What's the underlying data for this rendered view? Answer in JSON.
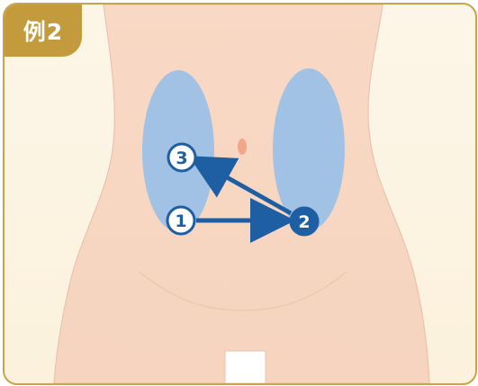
{
  "tag": {
    "label": "例2"
  },
  "markers": [
    {
      "id": "marker-1",
      "label": "1"
    },
    {
      "id": "marker-2",
      "label": "2"
    },
    {
      "id": "marker-3",
      "label": "3"
    }
  ],
  "colors": {
    "border": "#c9a348",
    "tag": "#c39a3c",
    "skin": "#f9dcc9",
    "injection_zone": "#9cc1e6",
    "arrow": "#1e5fa3",
    "marker_dark": "#1e5fa3"
  }
}
